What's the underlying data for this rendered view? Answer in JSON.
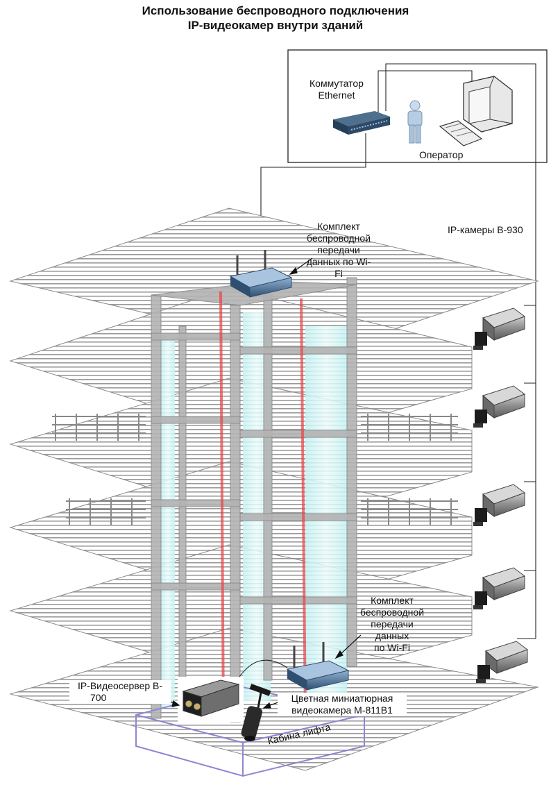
{
  "title": {
    "line1": "Использование беспроводного подключения",
    "line2": "IP-видеокамер внутри зданий"
  },
  "labels": {
    "switch_line1": "Коммутатор",
    "switch_line2": "Ethernet",
    "operator": "Оператор",
    "ip_cameras": "IP-камеры  В-930",
    "wifi_top_1": "Комплект",
    "wifi_top_2": "беспроводной",
    "wifi_top_3": "передачи",
    "wifi_top_4": "данных по Wi-",
    "wifi_top_5": "Fi",
    "wifi_bottom_1": "Комплект",
    "wifi_bottom_2": "беспроводной",
    "wifi_bottom_3": "передачи",
    "wifi_bottom_4": "данных",
    "wifi_bottom_5": "по Wi-Fi",
    "videoserver_1": "IP-Видеосервер В-",
    "videoserver_2": "700",
    "minicam_1": "Цветная миниатюрная",
    "minicam_2": "видеокамера М-811В1",
    "elevator": "Кабина лифта"
  },
  "colors": {
    "floor_stripe": "#9a9a9a",
    "column": "#a8a8a8",
    "glass": "#bfeff0",
    "shaft_red": "#e8474c",
    "elevator_outline": "#8d86d4",
    "wifi_box": "#3a5c80",
    "camera_body": "#8a8a8a"
  },
  "icons": {
    "switch": "ethernet-switch-icon",
    "operator": "operator-person-icon",
    "monitor": "monitor-icon",
    "keyboard": "keyboard-icon",
    "wifi_router": "wifi-router-icon",
    "ip_camera": "ip-camera-icon",
    "video_server": "video-server-icon",
    "mini_camera": "mini-camera-icon"
  }
}
